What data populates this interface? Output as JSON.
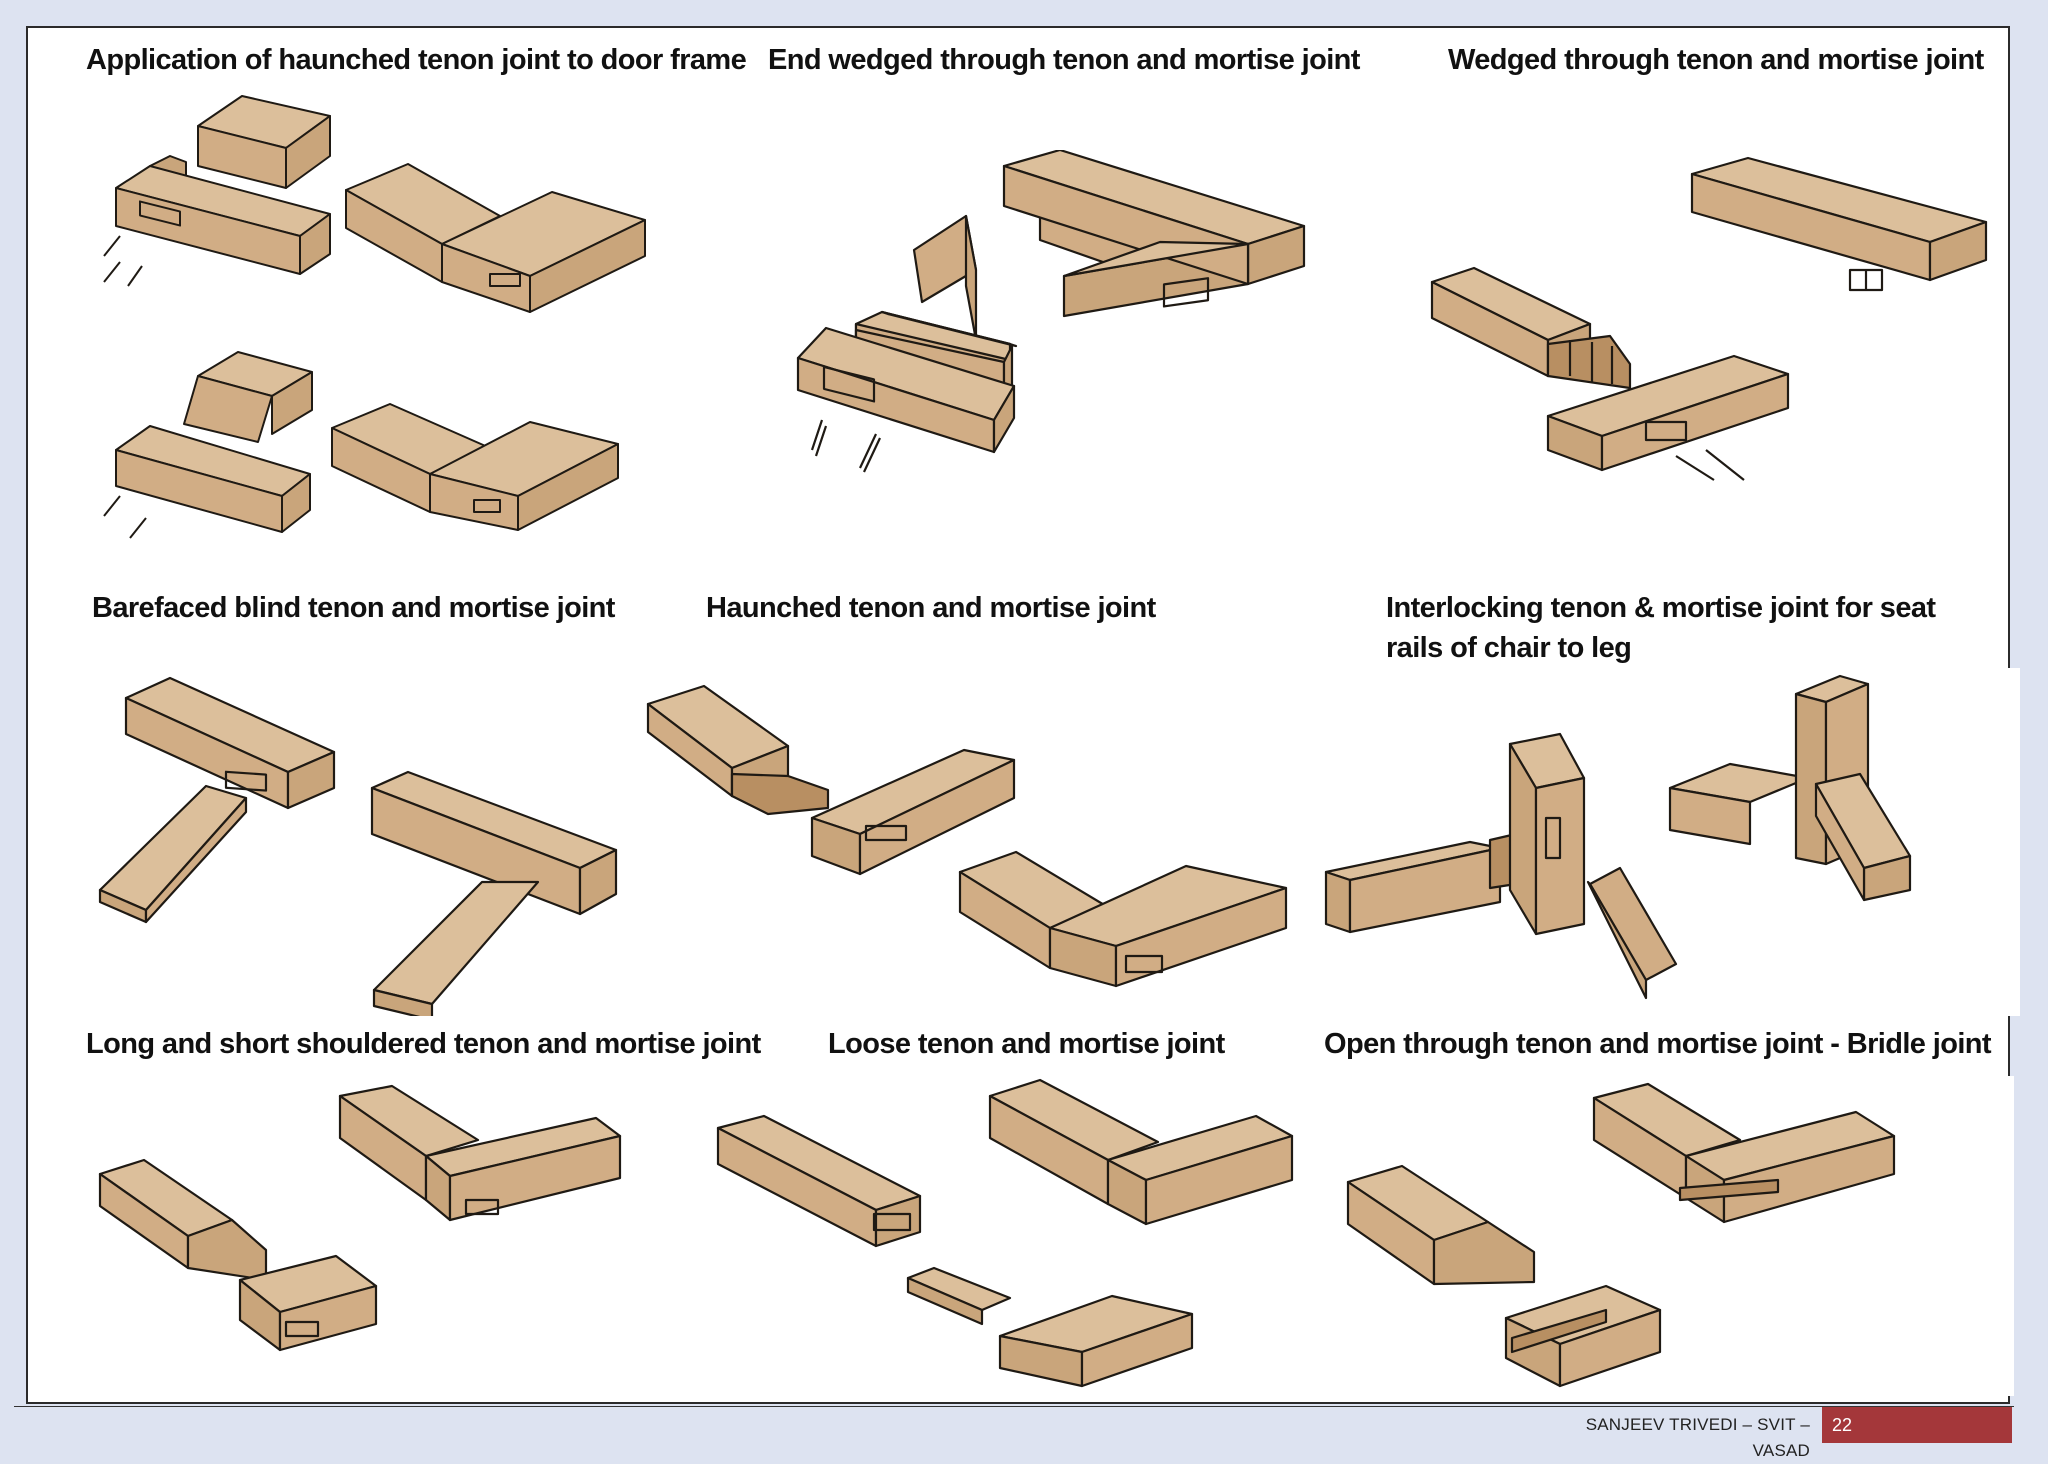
{
  "captions": {
    "c1": "Application of haunched tenon joint to door frame",
    "c2": "End wedged through tenon and mortise joint",
    "c3": "Wedged through tenon and mortise joint",
    "c4": "Barefaced blind tenon and mortise joint",
    "c5": "Haunched tenon and mortise joint",
    "c6": "Interlocking tenon & mortise joint for seat rails of chair to leg",
    "c7": "Long and short shouldered tenon and mortise joint",
    "c8": "Loose tenon and mortise joint",
    "c9": "Open through tenon and mortise joint - Bridle joint"
  },
  "footer": {
    "author": "SANJEEV TRIVEDI – SVIT – VASAD",
    "page_number": "22"
  },
  "colors": {
    "wood_top": "#dcbf9b",
    "wood_side": "#c9a57b",
    "wood_dark": "#b88f62",
    "outline": "#1f1a14",
    "page_badge": "#a4373a",
    "page_background": "#dde3f1"
  },
  "figures": [
    "haunched-door-frame-diagram",
    "end-wedged-through-tenon-diagram",
    "wedged-through-tenon-diagram",
    "barefaced-blind-tenon-diagram",
    "haunched-tenon-diagram",
    "interlocking-tenon-diagram",
    "long-short-shouldered-diagram",
    "loose-tenon-diagram",
    "bridle-joint-diagram"
  ]
}
